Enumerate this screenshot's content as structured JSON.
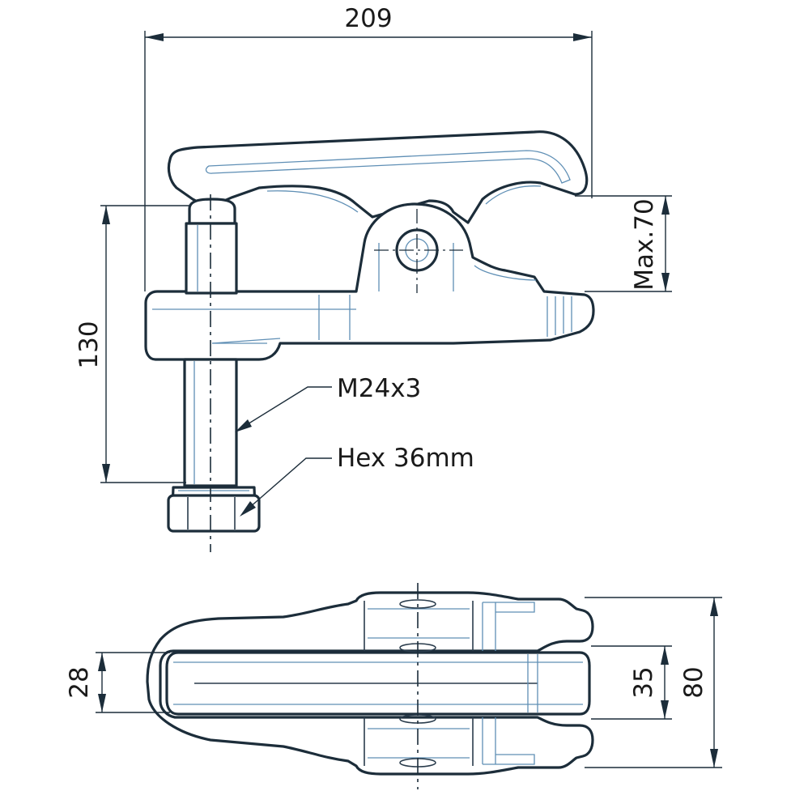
{
  "drawing": {
    "dimensions": {
      "overall_width": "209",
      "clamp_height": "130",
      "max_opening": "Max.70",
      "jaw_width_left": "28",
      "jaw_width_right": "35",
      "overall_depth": "80"
    },
    "callouts": {
      "thread": "M24x3",
      "hex": "Hex 36mm"
    }
  }
}
